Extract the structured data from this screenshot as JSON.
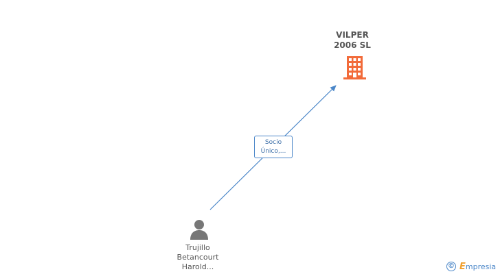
{
  "company": {
    "name_line1": "VILPER",
    "name_line2": "2006 SL",
    "icon": "building-icon",
    "color": "#f26b3a"
  },
  "relation": {
    "label_line1": "Socio",
    "label_line2": "Único,...",
    "color": "#4a86c8"
  },
  "person": {
    "name_line1": "Trujillo",
    "name_line2": "Betancourt",
    "name_line3": "Harold...",
    "icon": "person-icon",
    "color": "#777777"
  },
  "footer": {
    "copyright_symbol": "©",
    "brand_first": "E",
    "brand_rest": "mpresia"
  }
}
